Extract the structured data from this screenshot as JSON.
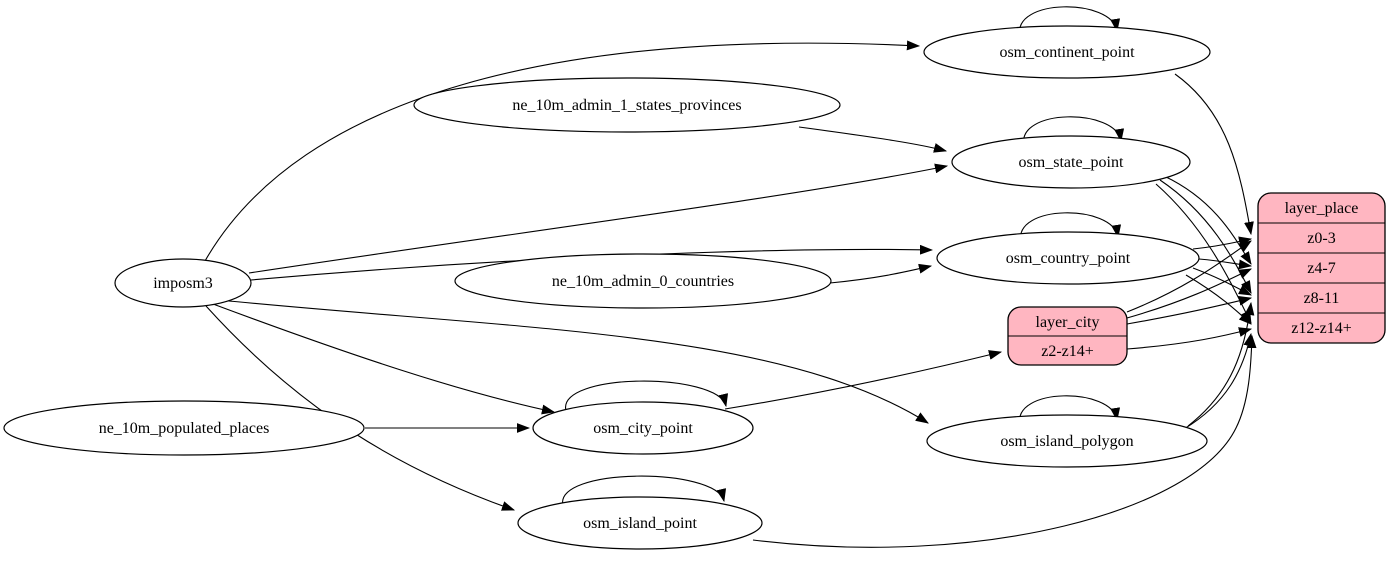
{
  "diagram": {
    "type": "etl-graph",
    "colors": {
      "background": "#ffffff",
      "node_fill": "#ffffff",
      "record_fill": "#ffb6c1",
      "stroke": "#000000"
    },
    "nodes": {
      "imposm3": {
        "label": "imposm3",
        "shape": "ellipse"
      },
      "ne_states": {
        "label": "ne_10m_admin_1_states_provinces",
        "shape": "ellipse"
      },
      "ne_countries": {
        "label": "ne_10m_admin_0_countries",
        "shape": "ellipse"
      },
      "ne_places": {
        "label": "ne_10m_populated_places",
        "shape": "ellipse"
      },
      "continent": {
        "label": "osm_continent_point",
        "shape": "ellipse"
      },
      "state": {
        "label": "osm_state_point",
        "shape": "ellipse"
      },
      "country": {
        "label": "osm_country_point",
        "shape": "ellipse"
      },
      "city": {
        "label": "osm_city_point",
        "shape": "ellipse"
      },
      "island_polygon": {
        "label": "osm_island_polygon",
        "shape": "ellipse"
      },
      "island_point": {
        "label": "osm_island_point",
        "shape": "ellipse"
      },
      "layer_city": {
        "label": "layer_city",
        "shape": "record",
        "rows": [
          "z2-z14+"
        ]
      },
      "layer_place": {
        "label": "layer_place",
        "shape": "record",
        "rows": [
          "z0-3",
          "z4-7",
          "z8-11",
          "z12-z14+"
        ]
      }
    },
    "edges": [
      {
        "from": "imposm3",
        "to": "osm_continent_point"
      },
      {
        "from": "imposm3",
        "to": "osm_state_point"
      },
      {
        "from": "imposm3",
        "to": "osm_country_point"
      },
      {
        "from": "imposm3",
        "to": "osm_city_point"
      },
      {
        "from": "imposm3",
        "to": "osm_island_polygon"
      },
      {
        "from": "imposm3",
        "to": "osm_island_point"
      },
      {
        "from": "ne_10m_admin_1_states_provinces",
        "to": "osm_state_point"
      },
      {
        "from": "ne_10m_admin_0_countries",
        "to": "osm_country_point"
      },
      {
        "from": "ne_10m_populated_places",
        "to": "osm_city_point"
      },
      {
        "from": "osm_continent_point",
        "to": "osm_continent_point"
      },
      {
        "from": "osm_state_point",
        "to": "osm_state_point"
      },
      {
        "from": "osm_country_point",
        "to": "osm_country_point"
      },
      {
        "from": "osm_city_point",
        "to": "osm_city_point"
      },
      {
        "from": "osm_island_polygon",
        "to": "osm_island_polygon"
      },
      {
        "from": "osm_island_point",
        "to": "osm_island_point"
      },
      {
        "from": "osm_continent_point",
        "to": "layer_place",
        "port": "z0-3"
      },
      {
        "from": "osm_state_point",
        "to": "layer_place",
        "port": "z4-7"
      },
      {
        "from": "osm_state_point",
        "to": "layer_place",
        "port": "z8-11"
      },
      {
        "from": "osm_state_point",
        "to": "layer_place",
        "port": "z12-z14+"
      },
      {
        "from": "osm_country_point",
        "to": "layer_place",
        "port": "z0-3"
      },
      {
        "from": "osm_country_point",
        "to": "layer_place",
        "port": "z4-7"
      },
      {
        "from": "osm_country_point",
        "to": "layer_place",
        "port": "z8-11"
      },
      {
        "from": "osm_country_point",
        "to": "layer_place",
        "port": "z12-z14+"
      },
      {
        "from": "osm_city_point",
        "to": "layer_city",
        "port": "z2-z14+"
      },
      {
        "from": "layer_city",
        "to": "layer_place",
        "port": "z0-3"
      },
      {
        "from": "layer_city",
        "to": "layer_place",
        "port": "z4-7"
      },
      {
        "from": "layer_city",
        "to": "layer_place",
        "port": "z8-11"
      },
      {
        "from": "layer_city",
        "to": "layer_place",
        "port": "z12-z14+"
      },
      {
        "from": "osm_island_polygon",
        "to": "layer_place",
        "port": "z8-11"
      },
      {
        "from": "osm_island_polygon",
        "to": "layer_place",
        "port": "z12-z14+"
      },
      {
        "from": "osm_island_point",
        "to": "layer_place",
        "port": "z12-z14+"
      }
    ]
  }
}
